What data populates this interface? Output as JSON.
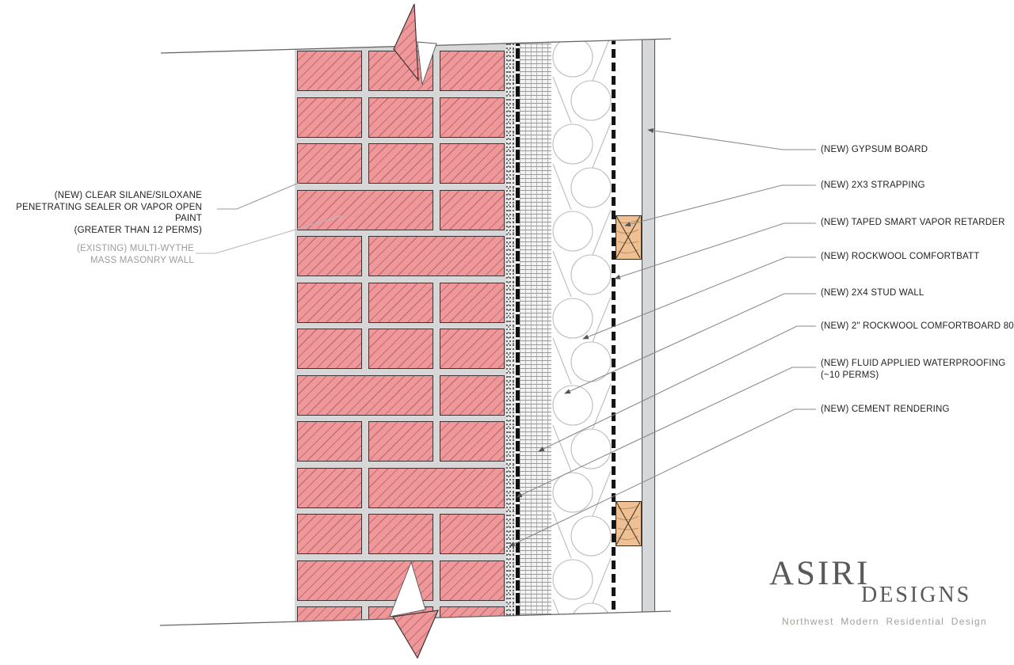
{
  "labels_left": {
    "sealer": {
      "text": "(NEW) CLEAR SILANE/SILOXANE\nPENETRATING SEALER OR VAPOR OPEN PAINT\n(GREATER THAN 12 PERMS)"
    },
    "existing_wall": {
      "text": "(EXISTING) MULTI-WYTHE\nMASS MASONRY WALL"
    }
  },
  "labels_right": [
    {
      "id": "gypsum-board",
      "text": "(NEW) GYPSUM BOARD"
    },
    {
      "id": "strapping",
      "text": "(NEW) 2X3 STRAPPING"
    },
    {
      "id": "vapor-retarder",
      "text": "(NEW) TAPED SMART VAPOR RETARDER"
    },
    {
      "id": "comfortbatt",
      "text": "(NEW) ROCKWOOL COMFORTBATT"
    },
    {
      "id": "stud-wall",
      "text": "(NEW) 2X4 STUD WALL"
    },
    {
      "id": "comfortboard",
      "text": "(NEW) 2\" ROCKWOOL COMFORTBOARD 80"
    },
    {
      "id": "waterproofing",
      "text": "(NEW) FLUID APPLIED WATERPROOFING\n(~10 PERMS)"
    },
    {
      "id": "cement-rendering",
      "text": "(NEW) CEMENT RENDERING"
    }
  ],
  "logo": {
    "name": "ASIRI",
    "suffix": "DESIGNS",
    "tagline": "Northwest  Modern  Residential  Design"
  },
  "brick_rows": [
    [
      1,
      1,
      1
    ],
    [
      1,
      1,
      1
    ],
    [
      1,
      1,
      1
    ],
    [
      2,
      1
    ],
    [
      1,
      2
    ],
    [
      1,
      1,
      1
    ],
    [
      1,
      1,
      1
    ],
    [
      2,
      1
    ],
    [
      1,
      1,
      1
    ],
    [
      1,
      2
    ],
    [
      1,
      1,
      1
    ],
    [
      2,
      1
    ],
    [
      1,
      1,
      1
    ]
  ],
  "colors": {
    "brick_fill": "#f0979a",
    "brick_hatch": "#bf7276",
    "mortar": "#d7d7d7",
    "outline": "#3d3337",
    "wood_fill": "#eec094",
    "wood_grain": "#bd9066",
    "gypsum_fill": "#d5d7d9",
    "leader": "#8a8a8a",
    "label_dark": "#1f1f1f",
    "label_gray": "#9c9c9c",
    "logo_dark": "#59595d",
    "logo_tagline": "#a49e99",
    "batt_stroke": "#bcbcbc"
  }
}
